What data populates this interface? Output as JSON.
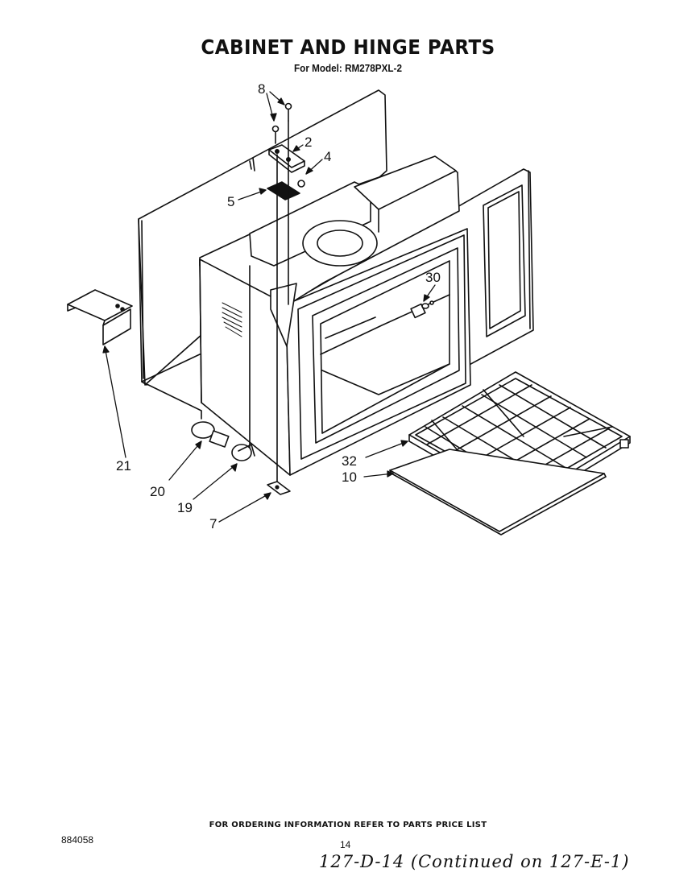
{
  "header": {
    "title": "CABINET AND HINGE PARTS",
    "subtitle": "For Model: RM278PXL-2"
  },
  "callouts": [
    {
      "id": "8",
      "label": "8"
    },
    {
      "id": "2",
      "label": "2"
    },
    {
      "id": "4",
      "label": "4"
    },
    {
      "id": "5",
      "label": "5"
    },
    {
      "id": "30",
      "label": "30"
    },
    {
      "id": "21",
      "label": "21"
    },
    {
      "id": "20",
      "label": "20"
    },
    {
      "id": "19",
      "label": "19"
    },
    {
      "id": "7",
      "label": "7"
    },
    {
      "id": "32",
      "label": "32"
    },
    {
      "id": "10",
      "label": "10"
    }
  ],
  "footer": {
    "note": "FOR ORDERING INFORMATION REFER TO PARTS PRICE LIST",
    "doc_number": "884058",
    "page_number": "14",
    "handwritten": "127-D-14   (Continued on 127-E-1)"
  }
}
